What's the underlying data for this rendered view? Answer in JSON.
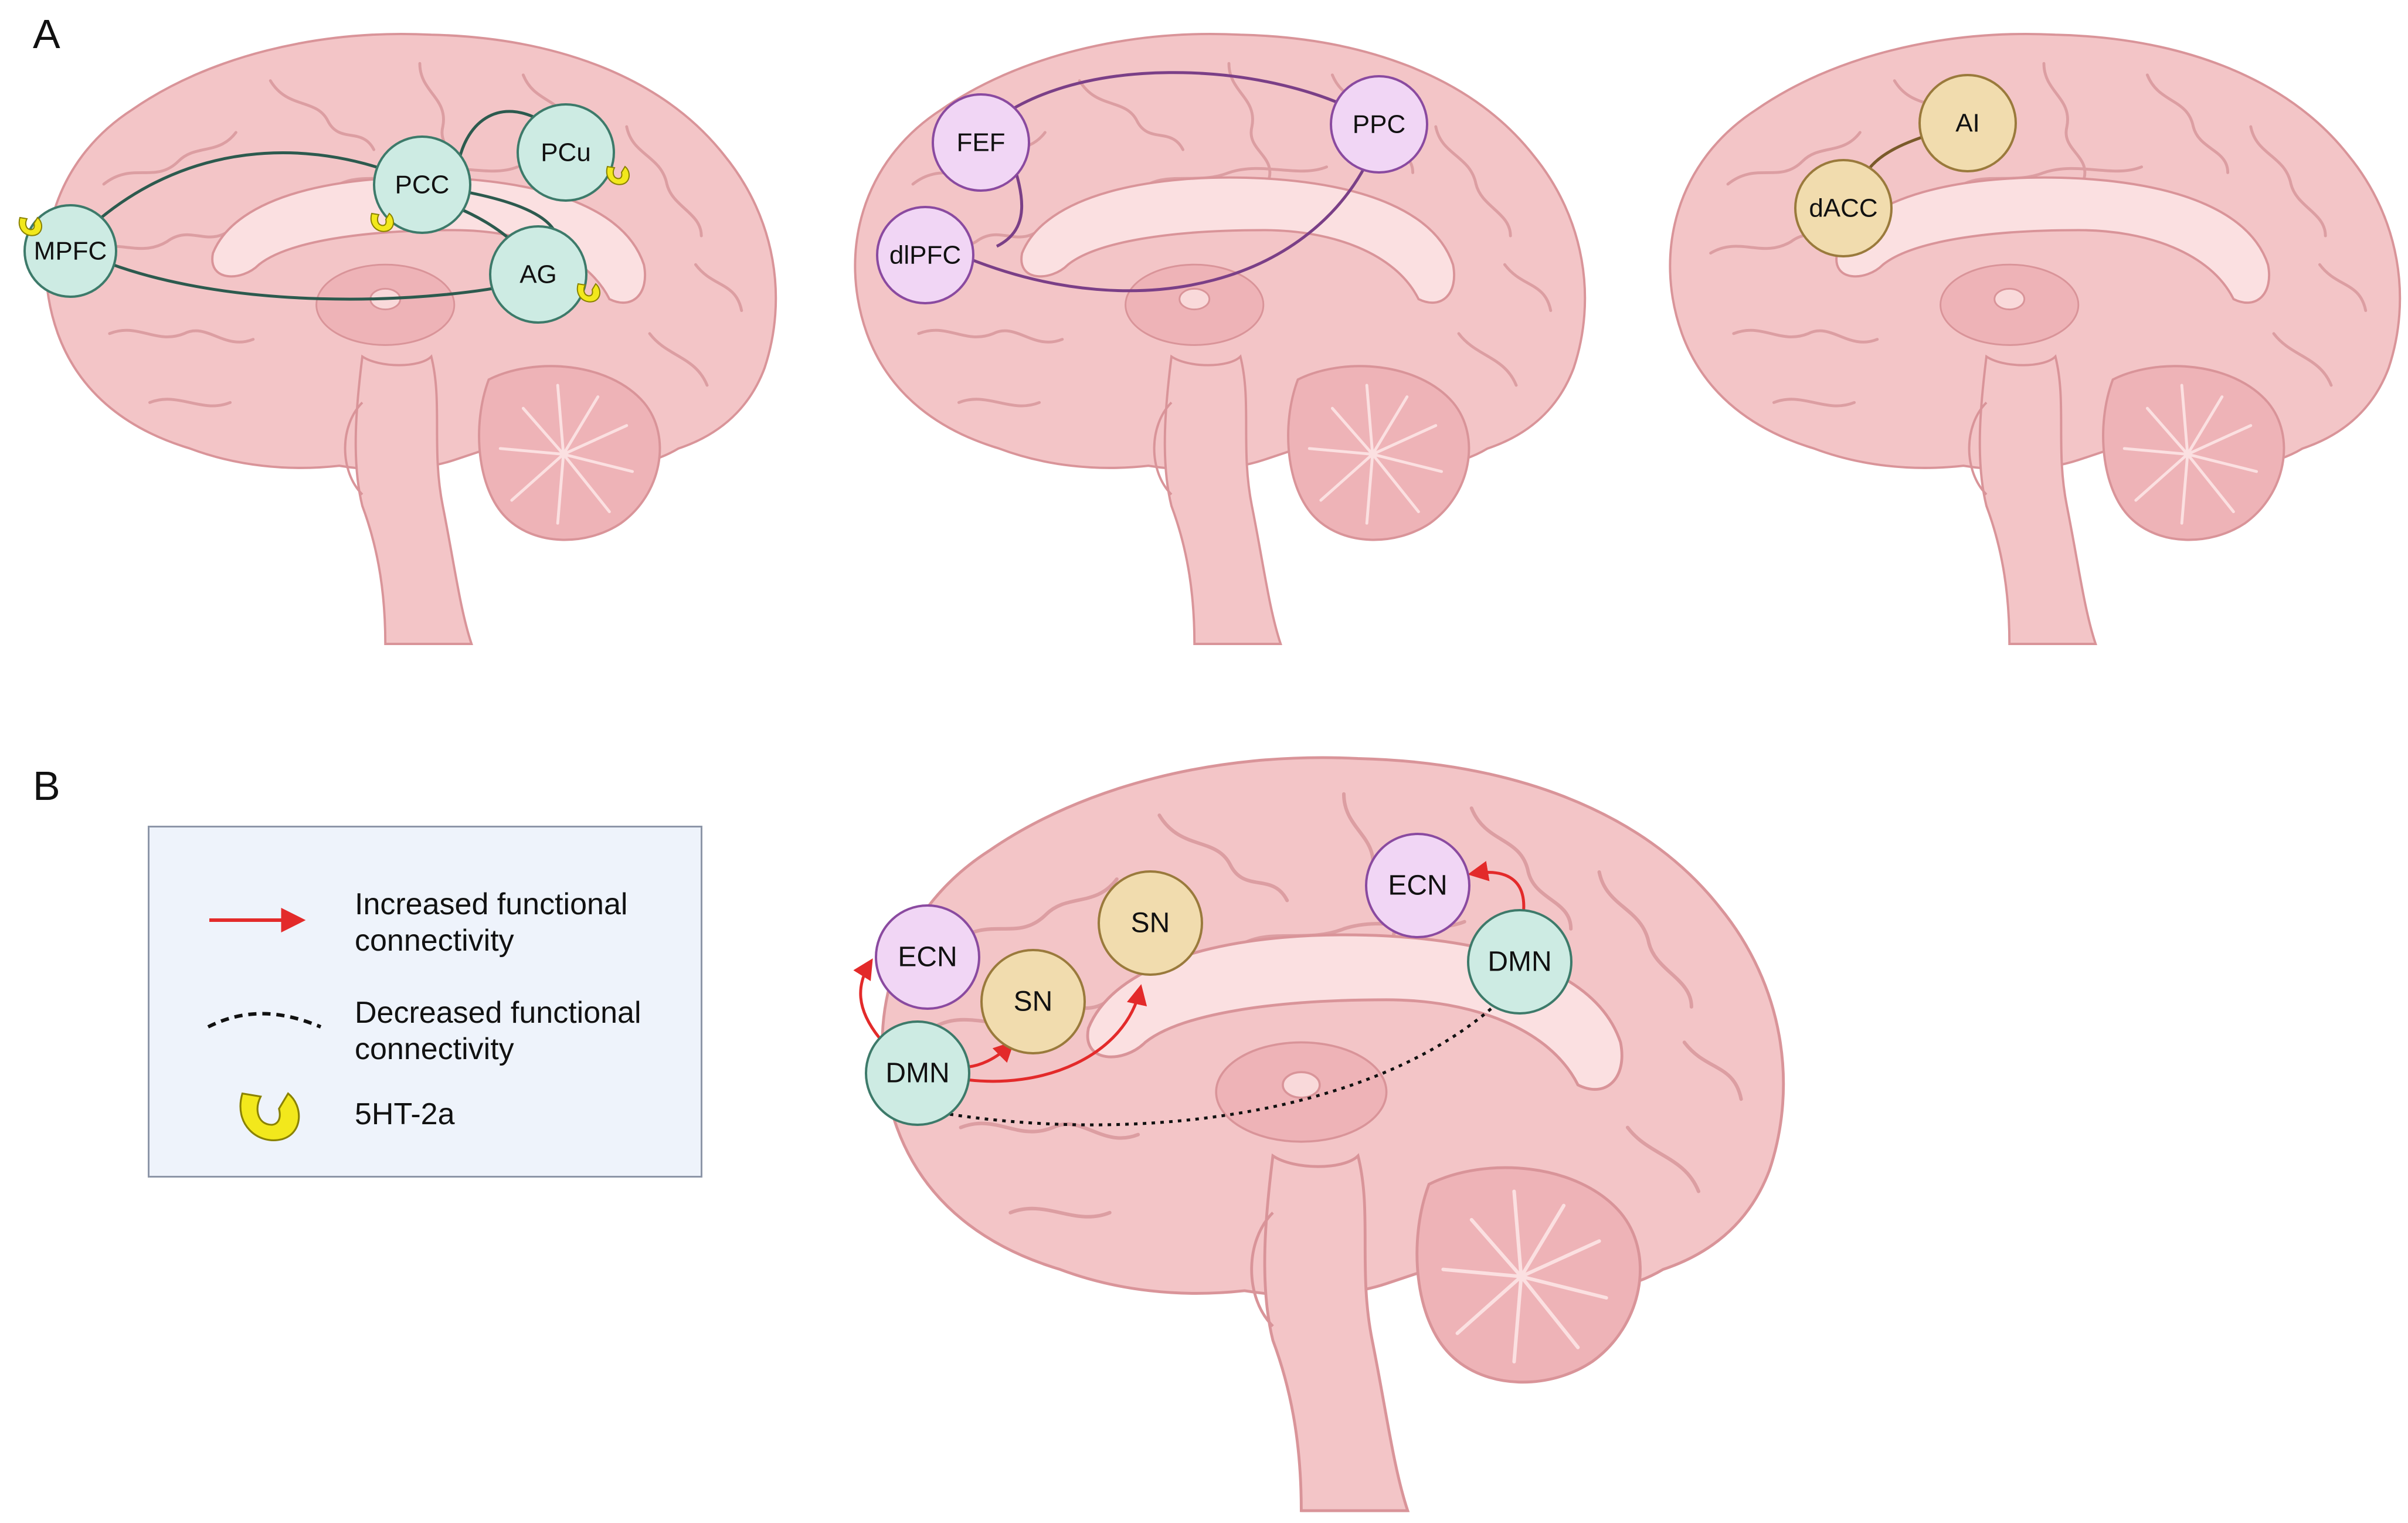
{
  "panels": {
    "a_label": "A",
    "b_label": "B"
  },
  "colors": {
    "brain_fill": "#f3c5c7",
    "brain_dark": "#e4a3a7",
    "brain_stroke": "#d99499",
    "brain_light": "#fbe0e1",
    "dmn_fill": "#cdebe3",
    "dmn_stroke": "#3d7a6a",
    "dmn_line": "#2c5a4e",
    "ecn_fill": "#f1d6f5",
    "ecn_stroke": "#8a4aa0",
    "ecn_line": "#7a3f87",
    "sn_fill": "#f1dcae",
    "sn_stroke": "#9a7a3c",
    "sn_line": "#7a5a2a",
    "increase_arrow": "#e32a2a",
    "decrease_line": "#111111",
    "receptor": "#f2e81c"
  },
  "panel_a": {
    "brain_1": {
      "network": "dmn",
      "nodes": [
        {
          "id": "mpfc",
          "label": "MPFC"
        },
        {
          "id": "pcc",
          "label": "PCC"
        },
        {
          "id": "pcu",
          "label": "PCu"
        },
        {
          "id": "ag",
          "label": "AG"
        }
      ],
      "receptor_icon": "5ht2a-receptor-icon"
    },
    "brain_2": {
      "network": "ecn",
      "nodes": [
        {
          "id": "fef",
          "label": "FEF"
        },
        {
          "id": "ppc",
          "label": "PPC"
        },
        {
          "id": "dlpfc",
          "label": "dlPFC"
        }
      ]
    },
    "brain_3": {
      "network": "sn",
      "nodes": [
        {
          "id": "ai",
          "label": "AI"
        },
        {
          "id": "dacc",
          "label": "dACC"
        }
      ]
    }
  },
  "panel_b": {
    "nodes": {
      "ecn_front": "ECN",
      "sn_front": "SN",
      "sn_mid": "SN",
      "dmn_front": "DMN",
      "ecn_back": "ECN",
      "dmn_back": "DMN"
    }
  },
  "legend": {
    "increase_label_line1": "Increased functional",
    "increase_label_line2": "connectivity",
    "decrease_label_line1": "Decreased functional",
    "decrease_label_line2": "connectivity",
    "receptor_label": "5HT-2a"
  }
}
